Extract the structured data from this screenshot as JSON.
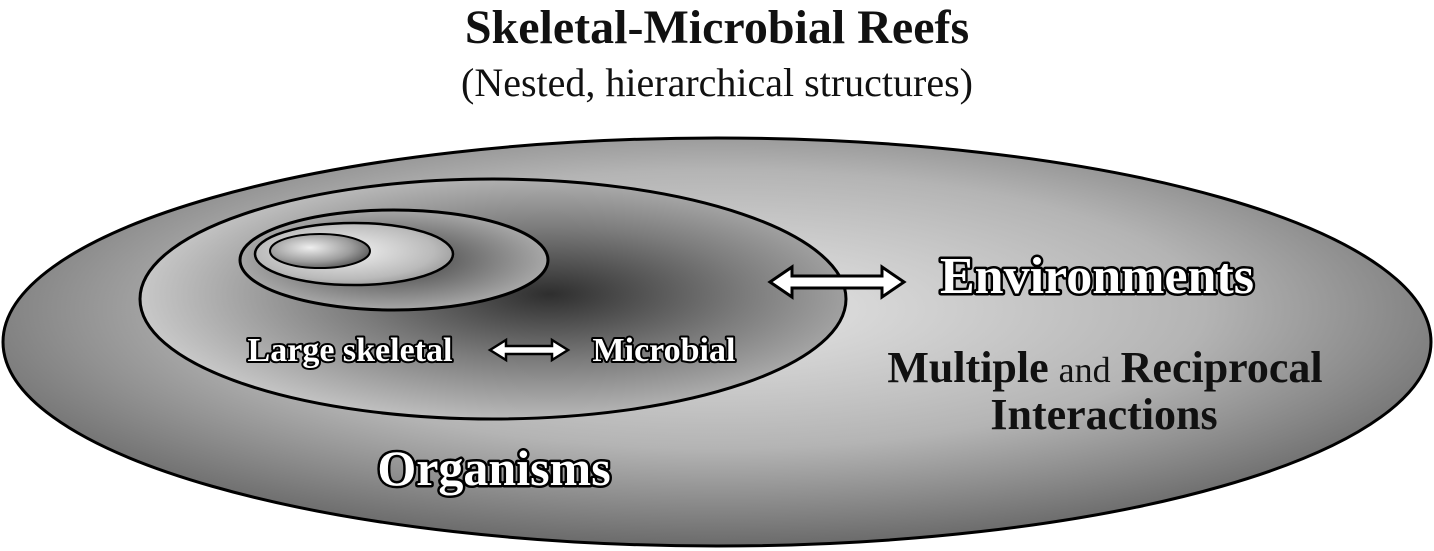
{
  "title": "Skeletal-Microbial Reefs",
  "subtitle": "(Nested, hierarchical structures)",
  "labels": {
    "environments": "Environments",
    "organisms": "Organisms",
    "large_skeletal": "Large skeletal",
    "microbial": "Microbial",
    "multiple": "Multiple",
    "and": "and",
    "reciprocal": "Reciprocal",
    "interactions": "Interactions"
  },
  "colors": {
    "outline": "#000000",
    "outer_fill_light": "#d9d9d9",
    "outer_fill_dark": "#6f6f6f",
    "inner_center_dark": "#3a3a3a",
    "inner_edge_light": "#cfcfcf",
    "arrow_fill": "#ffffff"
  },
  "icons": {
    "arrow": "double-headed-arrow-icon"
  }
}
